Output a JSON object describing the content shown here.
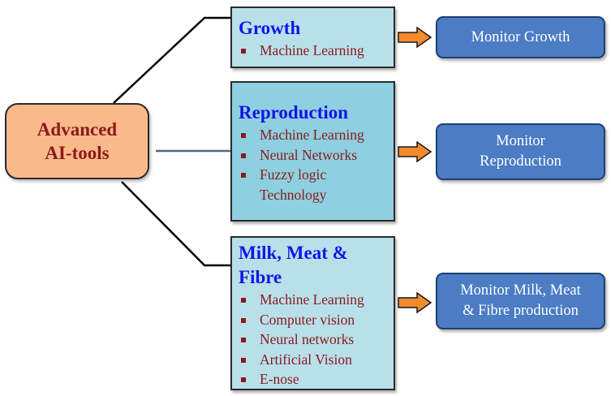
{
  "root": {
    "label": "Advanced\nAI-tools"
  },
  "categories": [
    {
      "title": "Growth",
      "items": [
        "Machine Learning"
      ]
    },
    {
      "title": "Reproduction",
      "items": [
        "Machine Learning",
        "Neural Networks",
        "Fuzzy logic Technology"
      ]
    },
    {
      "title": "Milk, Meat & Fibre",
      "items": [
        "Machine Learning",
        "Computer vision",
        "Neural networks",
        "Artificial Vision",
        "E-nose"
      ]
    }
  ],
  "monitors": [
    {
      "label": "Monitor Growth"
    },
    {
      "label": "Monitor\nReproduction"
    },
    {
      "label": "Monitor Milk, Meat\n& Fibre production"
    }
  ],
  "colors": {
    "root_fill": "#f9b98a",
    "root_text": "#8b1a1a",
    "category_fill_light": "#b8e0eb",
    "category_fill_dark": "#8ecfe0",
    "category_title": "#1414e6",
    "bullet_text": "#8b1a1a",
    "arrow_fill": "#f28a2e",
    "monitor_fill": "#4b7cc4",
    "monitor_text": "#ffffff"
  }
}
